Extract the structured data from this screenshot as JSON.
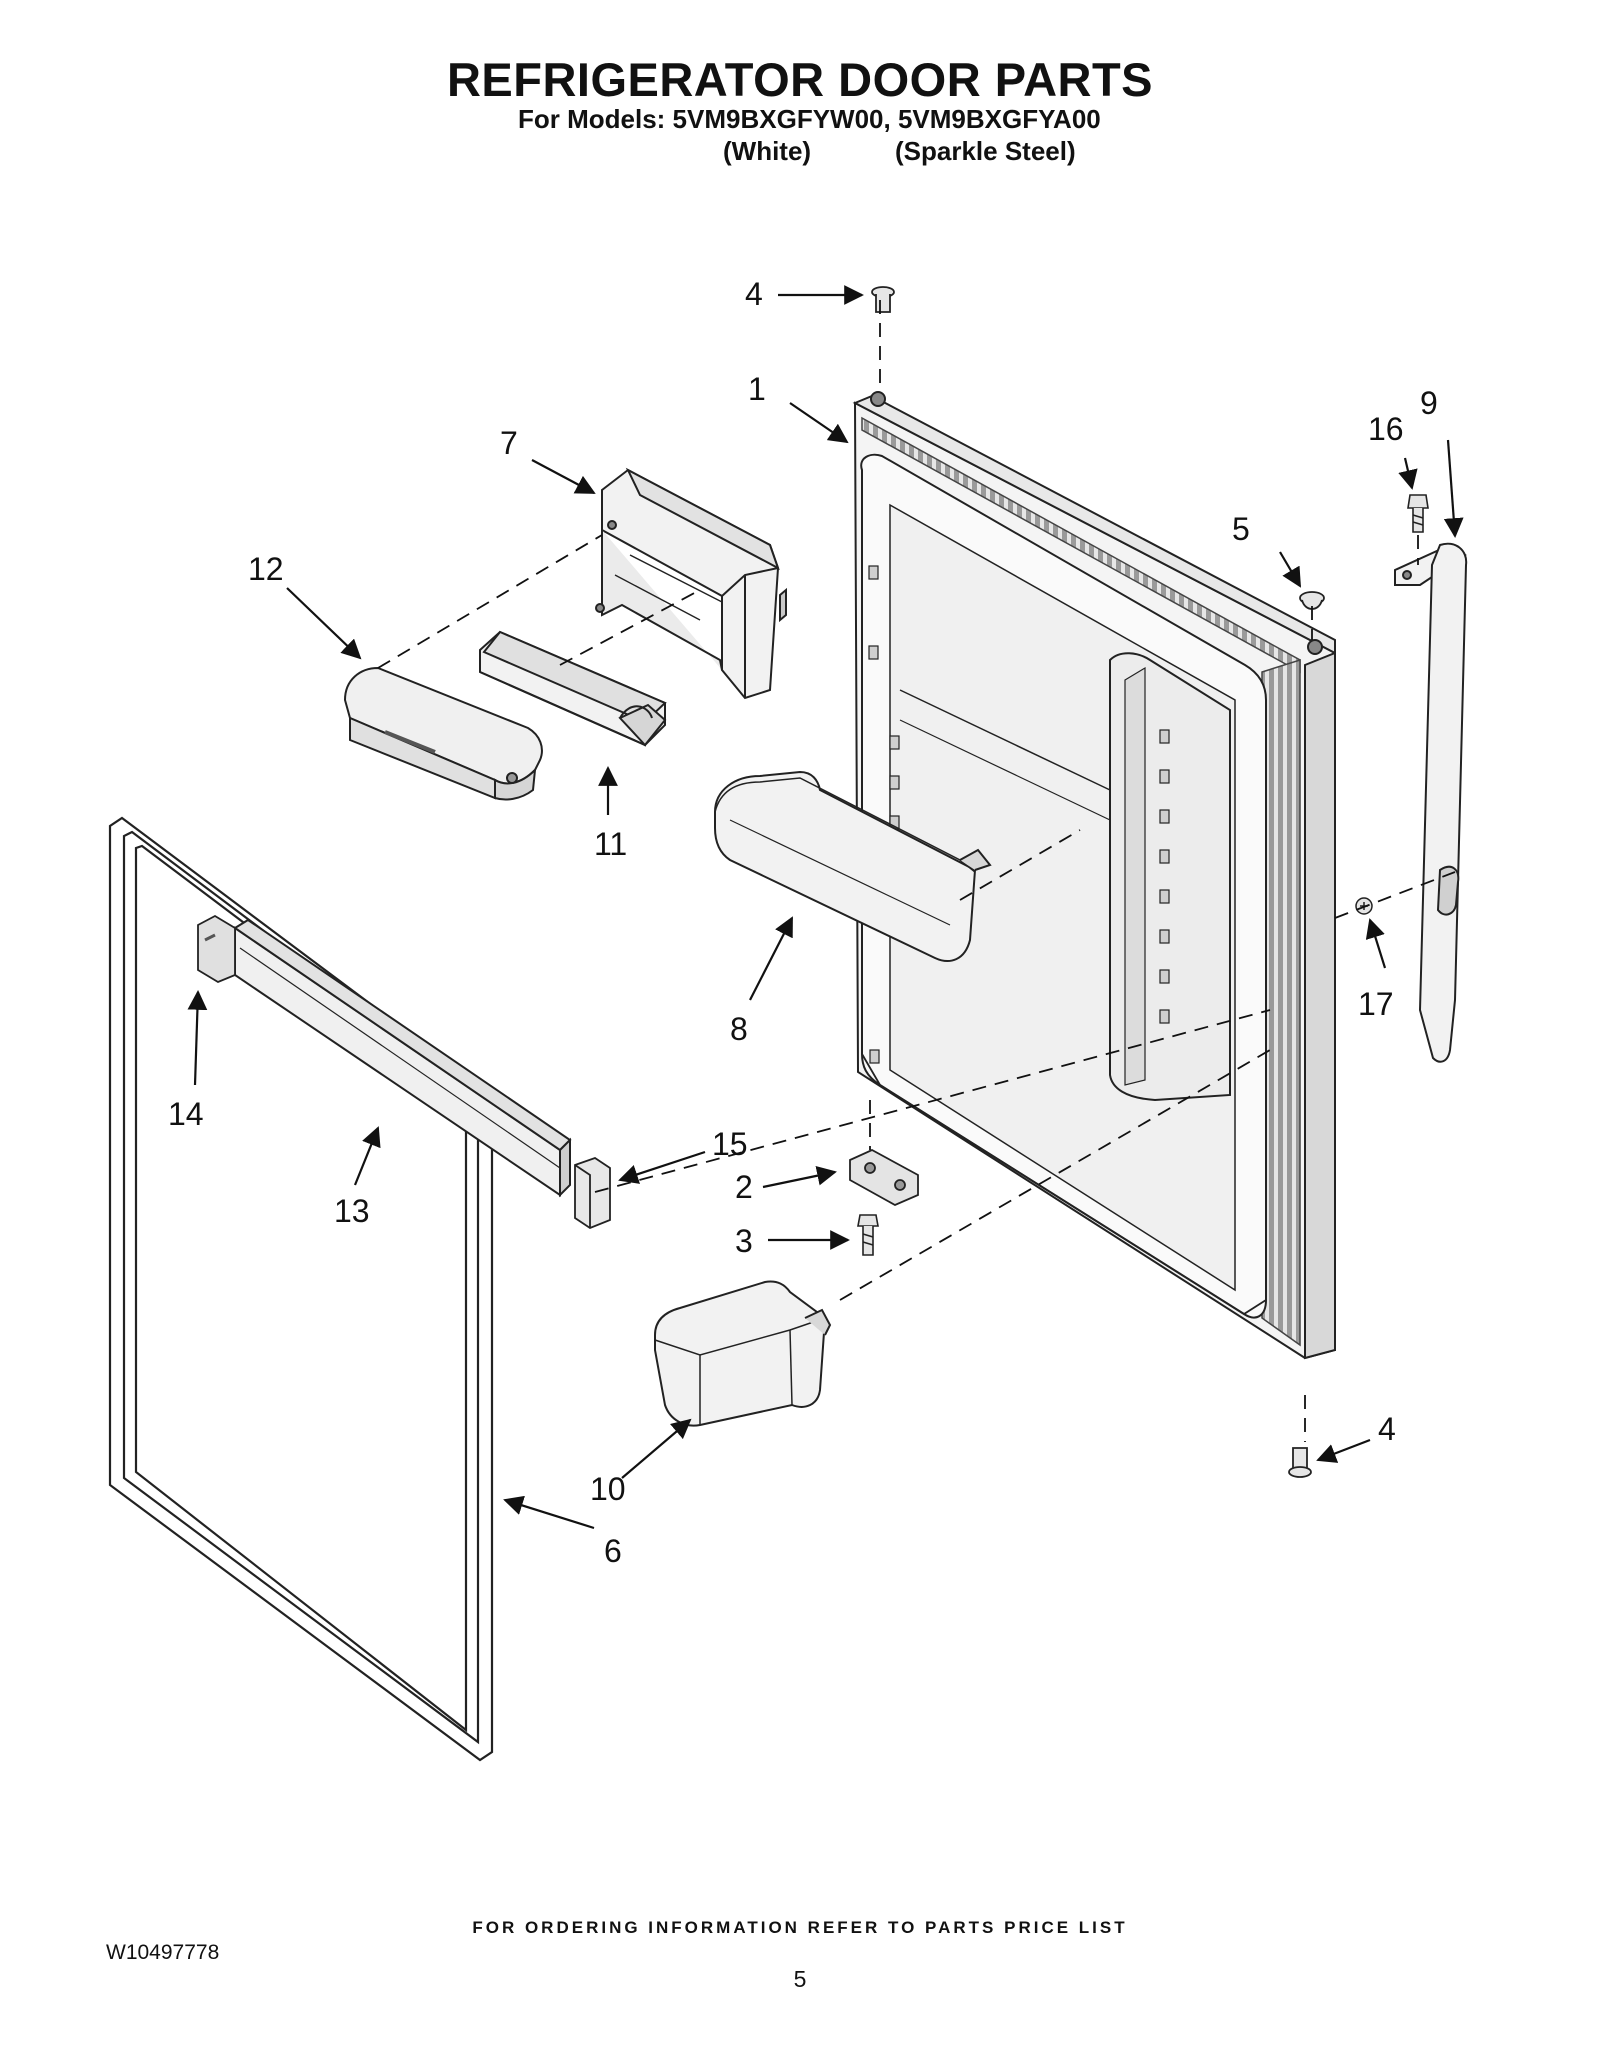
{
  "header": {
    "title": "REFRIGERATOR DOOR PARTS",
    "models_line": "For Models: 5VM9BXGFYW00, 5VM9BXGFYA00",
    "variant_white": "(White)",
    "variant_steel": "(Sparkle Steel)"
  },
  "callouts": {
    "c1": "1",
    "c2": "2",
    "c3": "3",
    "c4_top": "4",
    "c4_bottom": "4",
    "c5": "5",
    "c6": "6",
    "c7": "7",
    "c8": "8",
    "c9": "9",
    "c10": "10",
    "c11": "11",
    "c12": "12",
    "c13": "13",
    "c14": "14",
    "c15": "15",
    "c16": "16",
    "c17": "17"
  },
  "footer": {
    "ordering_note": "FOR ORDERING INFORMATION REFER TO PARTS PRICE LIST",
    "document_number": "W10497778",
    "page_number": "5"
  }
}
